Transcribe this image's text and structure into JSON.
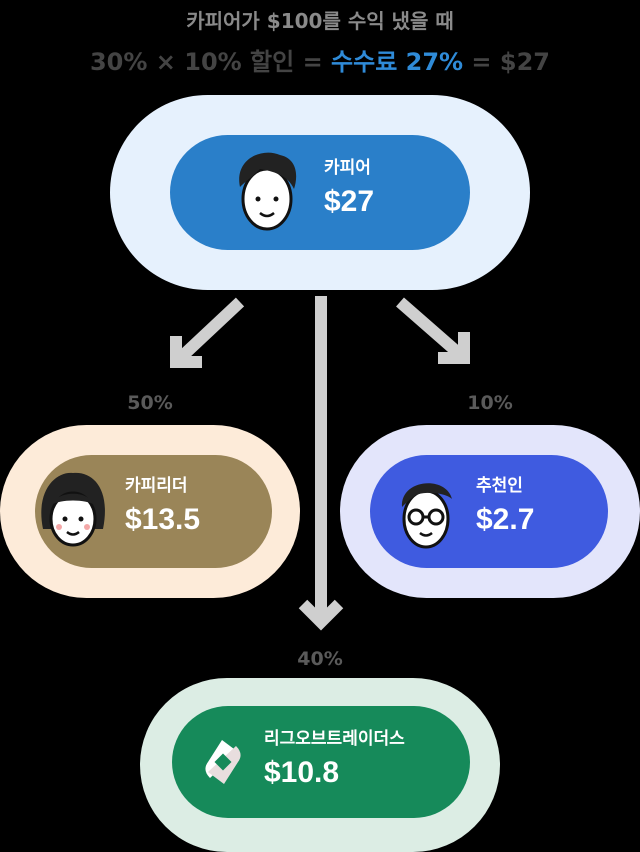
{
  "title": "카피어가 $100를 수익 냈을 때",
  "formula": {
    "part1": "30% × 10% 할인 = ",
    "highlight": "수수료 27%",
    "part2": " = $27"
  },
  "colors": {
    "accent": "#2f8bd8"
  },
  "nodes": {
    "copier": {
      "name": "카피어",
      "amount": "$27"
    },
    "copy_leader": {
      "name": "카피리더",
      "amount": "$13.5",
      "percent": "50%"
    },
    "referrer": {
      "name": "추천인",
      "amount": "$2.7",
      "percent": "10%"
    },
    "platform": {
      "name": "리그오브트레이더스",
      "amount": "$10.8",
      "percent": "40%"
    }
  }
}
